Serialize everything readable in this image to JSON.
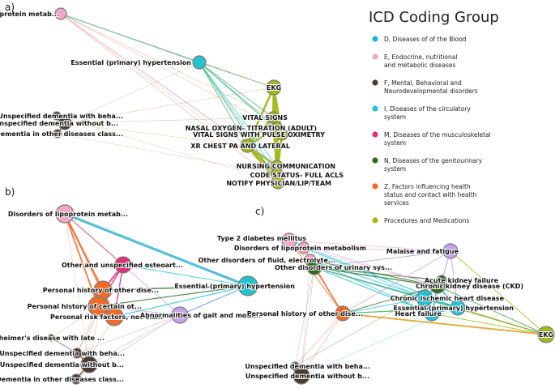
{
  "panels": {
    "a": "a)",
    "b": "b)",
    "c": "c)"
  },
  "legend": {
    "title": "ICD Coding Group",
    "items": [
      {
        "color": "#1fb6d6",
        "lines": [
          "D, Diseases of of the Blood"
        ]
      },
      {
        "color": "#f2a7c8",
        "lines": [
          "E, Endocrine, nutritional",
          "and metabolic diseases"
        ]
      },
      {
        "color": "#4a3b30",
        "lines": [
          "F, Mental, Behavioral and",
          "Neurodevelopmental disorders"
        ]
      },
      {
        "color": "#22c3d1",
        "lines": [
          "I, Diseases of the circulatory",
          "system"
        ]
      },
      {
        "color": "#e0307a",
        "lines": [
          "M, Diseases of the musculoskeletal",
          "system"
        ]
      },
      {
        "color": "#2e6b22",
        "lines": [
          "N, Diseases of the genitourinary",
          "system"
        ]
      },
      {
        "color": "#f06a2a",
        "lines": [
          "Z, Factors influencing health",
          "status and contact with health",
          "services"
        ]
      },
      {
        "color": "#a3b81c",
        "lines": [
          "Procedures and Medications"
        ]
      }
    ]
  },
  "colors": {
    "E": "#f2a7c8",
    "F": "#4a3b30",
    "I": "#22c3d1",
    "M": "#e0307a",
    "N": "#2e6b22",
    "Z": "#f06a2a",
    "P": "#a3b81c",
    "R": "#c9a0f0"
  },
  "graph_a": {
    "nodes": [
      {
        "id": "lipid",
        "label": "Disorders of lipoprotein metab...",
        "group": "E"
      },
      {
        "id": "htn",
        "label": "Essential (primary) hypertension",
        "group": "I"
      },
      {
        "id": "ekg",
        "label": "EKG",
        "group": "P"
      },
      {
        "id": "vitals",
        "label": "VITAL SIGNS",
        "group": "P"
      },
      {
        "id": "o2",
        "label": "NASAL OXYGEN- TITRATION (ADULT)",
        "group": "P"
      },
      {
        "id": "vspo",
        "label": "VITAL SIGNS WITH PULSE OXIMETRY",
        "group": "P"
      },
      {
        "id": "xr",
        "label": "XR CHEST PA AND LATERAL",
        "group": "P"
      },
      {
        "id": "nurse",
        "label": "NURSING COMMUNICATION",
        "group": "P"
      },
      {
        "id": "code",
        "label": "CODE STATUS- FULL ACLS",
        "group": "P"
      },
      {
        "id": "notify",
        "label": "NOTIFY PHYSICIAN/LIP/TEAM",
        "group": "P"
      },
      {
        "id": "dem1",
        "label": "Unspecified dementia with beha...",
        "group": "F"
      },
      {
        "id": "dem2",
        "label": "Unspecified dementia without b...",
        "group": "F"
      },
      {
        "id": "dem3",
        "label": "Dementia in other diseases class...",
        "group": "F"
      }
    ]
  },
  "graph_b": {
    "nodes": [
      {
        "id": "lipid",
        "label": "Disorders of lipoprotein metab...",
        "group": "E"
      },
      {
        "id": "osteo",
        "label": "Other and unspecified osteoart...",
        "group": "M"
      },
      {
        "id": "htn",
        "label": "Essential (primary) hypertension",
        "group": "I"
      },
      {
        "id": "phx1",
        "label": "Personal history of other dise...",
        "group": "Z"
      },
      {
        "id": "phx2",
        "label": "Personal history of certain ot...",
        "group": "Z"
      },
      {
        "id": "prf",
        "label": "Personal risk factors, not els...",
        "group": "Z"
      },
      {
        "id": "gait",
        "label": "Abnormalities of gait and mobi...",
        "group": "R"
      },
      {
        "id": "alz",
        "label": "Alzheimer's disease with late ...",
        "group": "F"
      },
      {
        "id": "dem1",
        "label": "Unspecified dementia with beha...",
        "group": "F"
      },
      {
        "id": "dem2",
        "label": "Unspecified dementia without b...",
        "group": "F"
      },
      {
        "id": "dem3",
        "label": "Dementia in other diseases class...",
        "group": "F"
      }
    ]
  },
  "graph_c": {
    "nodes": [
      {
        "id": "t2d",
        "label": "Type 2 diabetes mellitus",
        "group": "E"
      },
      {
        "id": "lipid",
        "label": "Disorders of lipoprotein metabolism",
        "group": "E"
      },
      {
        "id": "fluid",
        "label": "Other disorders of fluid, electrolyte...",
        "group": "E"
      },
      {
        "id": "uri",
        "label": "Other disorders of urinary sys...",
        "group": "N"
      },
      {
        "id": "malaise",
        "label": "Malaise and fatigue",
        "group": "R"
      },
      {
        "id": "aki",
        "label": "Acute kidney failure",
        "group": "N"
      },
      {
        "id": "ckd",
        "label": "Chronic kidney disease (CKD)",
        "group": "N"
      },
      {
        "id": "ihd",
        "label": "Chronic ischemic heart disease",
        "group": "I"
      },
      {
        "id": "htn",
        "label": "Essential (primary) hypertension",
        "group": "I"
      },
      {
        "id": "hf",
        "label": "Heart failure",
        "group": "I"
      },
      {
        "id": "phx",
        "label": "Personal history of other dise...",
        "group": "Z"
      },
      {
        "id": "ekg",
        "label": "EKG",
        "group": "P"
      },
      {
        "id": "dem1",
        "label": "Unspecified dementia with beha...",
        "group": "F"
      },
      {
        "id": "dem2",
        "label": "Unspecified dementia without b...",
        "group": "F"
      }
    ]
  }
}
